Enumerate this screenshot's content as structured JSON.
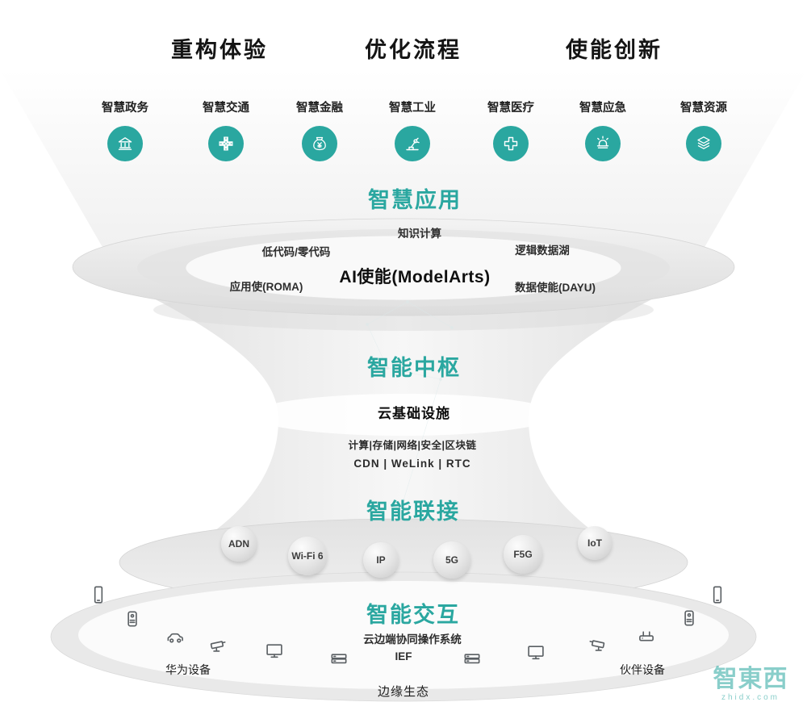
{
  "colors": {
    "accent": "#2aa7a0",
    "funnel_gray": "#e9e9e9",
    "text_dark": "#141414"
  },
  "top_headers": [
    {
      "label": "重构体验"
    },
    {
      "label": "优化流程"
    },
    {
      "label": "使能创新"
    }
  ],
  "sectors": [
    {
      "label": "智慧政务",
      "icon": "government-bank-icon"
    },
    {
      "label": "智慧交通",
      "icon": "traffic-intersection-icon"
    },
    {
      "label": "智慧金融",
      "icon": "money-bag-icon"
    },
    {
      "label": "智慧工业",
      "icon": "robot-arm-icon"
    },
    {
      "label": "智慧医疗",
      "icon": "medical-cross-icon"
    },
    {
      "label": "智慧应急",
      "icon": "siren-icon"
    },
    {
      "label": "智慧资源",
      "icon": "layers-icon"
    }
  ],
  "layers": {
    "applications": {
      "title": "智慧应用"
    },
    "hub": {
      "title": "智能中枢",
      "knowledge_computing": "知识计算",
      "low_code": "低代码/零代码",
      "logical_data_lake": "逻辑数据湖",
      "ai_enablement": "AI使能(ModelArts)",
      "app_enablement": "应用使(ROMA)",
      "data_enablement": "数据使能(DAYU)",
      "cloud_infrastructure": "云基础设施",
      "infrastructure_items": "计算|存储|网络|安全|区块链",
      "cloud_services": "CDN | WeLink | RTC"
    },
    "connectivity": {
      "title": "智能联接",
      "nodes": [
        "ADN",
        "Wi-Fi 6",
        "IP",
        "5G",
        "F5G",
        "IoT"
      ]
    },
    "interaction": {
      "title": "智能交互",
      "os": "云边端协同操作系统",
      "platform": "IEF"
    }
  },
  "ecosystem": {
    "huawei_devices": "华为设备",
    "partner_devices": "伙伴设备",
    "edge_ecosystem": "边缘生态",
    "device_icons_left": [
      "smartphone-icon",
      "smart-speaker-icon",
      "car-icon",
      "cctv-camera-icon",
      "monitor-icon",
      "server-icon"
    ],
    "device_icons_right": [
      "server-icon",
      "monitor-icon",
      "cctv-camera-icon",
      "router-icon",
      "smart-speaker-icon",
      "smartphone-icon"
    ]
  },
  "watermark": {
    "text": "智東西",
    "domain": "zhidx.com"
  }
}
